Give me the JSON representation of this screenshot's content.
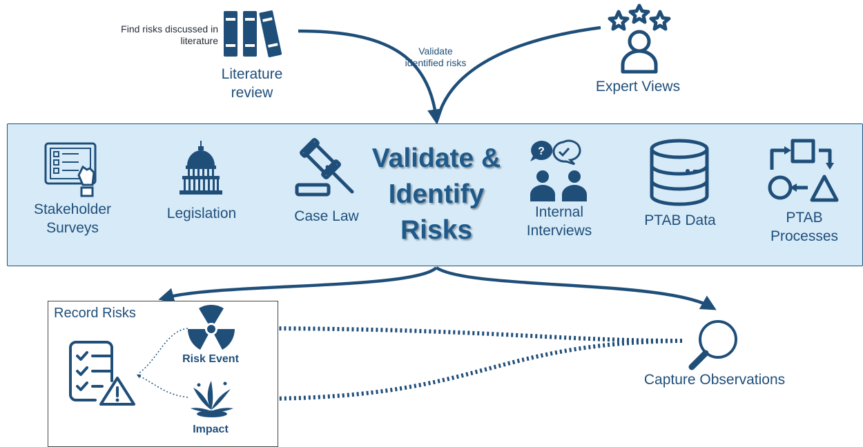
{
  "top": {
    "literature_note": "Find risks discussed in literature",
    "literature_label": "Literature review",
    "validate_note": "Validate identified risks",
    "expert_label": "Expert Views"
  },
  "band": {
    "title": "Validate & Identify Risks",
    "items": [
      {
        "label": "Stakeholder Surveys",
        "icon": "survey-tablet-icon"
      },
      {
        "label": "Legislation",
        "icon": "capitol-icon"
      },
      {
        "label": "Case Law",
        "icon": "gavel-icon"
      },
      {
        "label": "Internal Interviews",
        "icon": "interview-icon"
      },
      {
        "label": "PTAB Data",
        "icon": "database-icon"
      },
      {
        "label": "PTAB Processes",
        "icon": "process-shapes-icon"
      }
    ]
  },
  "bottom": {
    "record_title": "Record Risks",
    "risk_event_label": "Risk Event",
    "impact_label": "Impact",
    "capture_label": "Capture Observations"
  },
  "colors": {
    "navy": "#1f4e79",
    "band_fill": "#d6eaf8",
    "text_dark": "#1f2a35"
  }
}
